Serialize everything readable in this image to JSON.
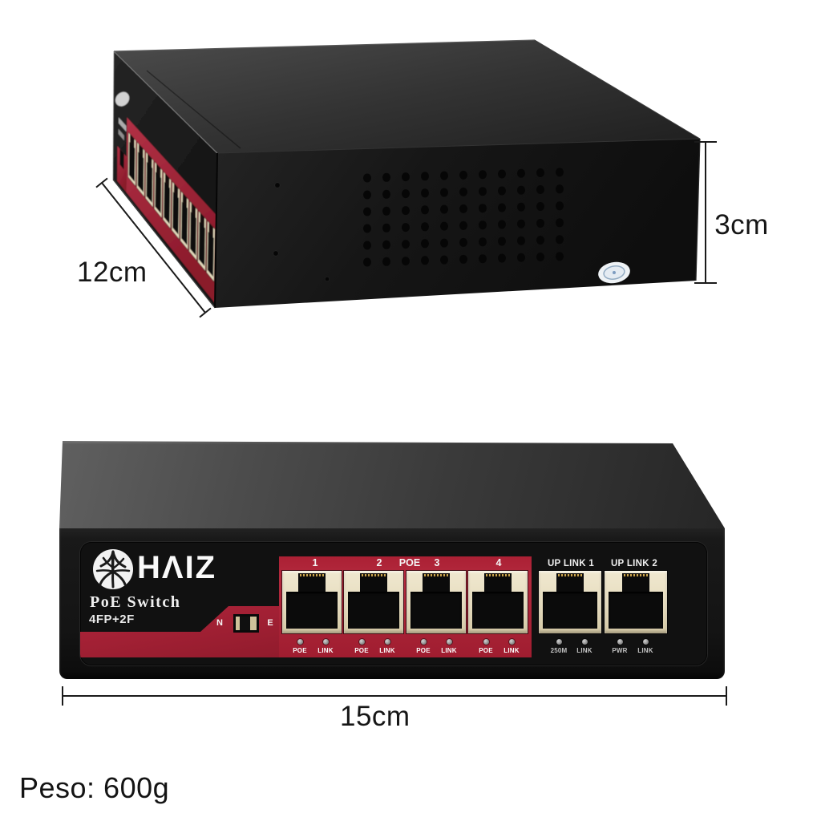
{
  "figure": {
    "description_views": [
      "angled product view",
      "front product view"
    ]
  },
  "dimensions": {
    "depth_label": "12cm",
    "height_label": "3cm",
    "width_label": "15cm"
  },
  "weight_label": "Peso: 600g",
  "device": {
    "brand": "HAIZ",
    "brand_display": "HΛIZ",
    "product_name": "PoE Switch",
    "model": "4FP+2F",
    "mode_switch": {
      "left": "N",
      "right": "E"
    },
    "port_banner_labels": [
      "1",
      "2",
      "POE",
      "3",
      "4"
    ],
    "uplink_labels": [
      "UP LINK 1",
      "UP LINK 2"
    ],
    "led_groups": [
      {
        "labels": [
          "POE",
          "LINK"
        ]
      },
      {
        "labels": [
          "POE",
          "LINK"
        ]
      },
      {
        "labels": [
          "POE",
          "LINK"
        ]
      },
      {
        "labels": [
          "POE",
          "LINK"
        ]
      },
      {
        "labels": [
          "250M",
          "LINK"
        ]
      },
      {
        "labels": [
          "PWR",
          "LINK"
        ]
      }
    ]
  },
  "colors": {
    "accent_red": "#a81f33",
    "port_cream": "#e6dcbf",
    "chassis_black": "#151515",
    "led_gray": "#9a9a9a",
    "background": "#ffffff"
  }
}
